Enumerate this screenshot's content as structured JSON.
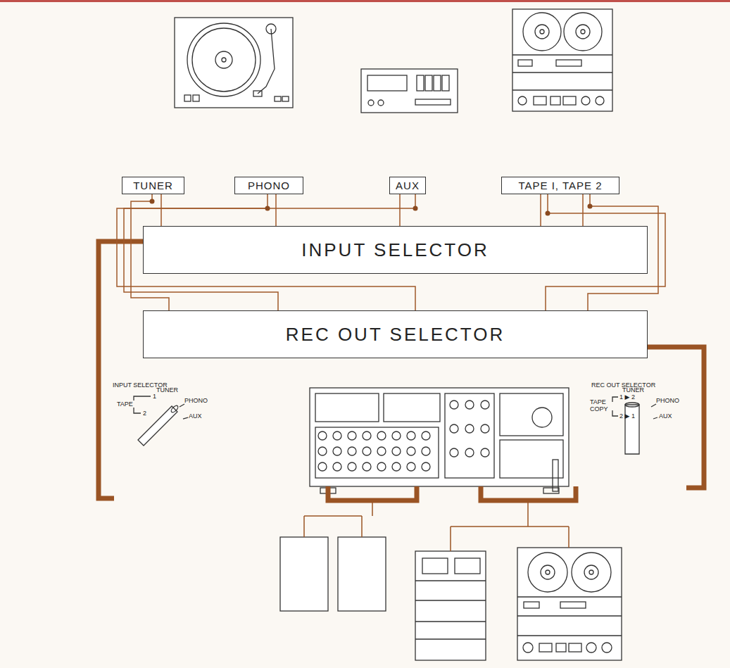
{
  "diagram": {
    "nodes": [
      {
        "text": [
          "TUNER"
        ]
      },
      {
        "text": [
          "PHONO"
        ]
      },
      {
        "text": [
          "AUX"
        ]
      },
      {
        "text": [
          "TAPE I, TAPE 2"
        ]
      },
      {
        "text": [
          "INPUT SELECTOR"
        ]
      },
      {
        "text": [
          "REC OUT SELECTOR"
        ]
      }
    ],
    "edges": [
      {
        "from": 0,
        "to": 4,
        "arrow": "none"
      },
      {
        "from": 0,
        "to": 5,
        "arrow": "none"
      },
      {
        "from": 1,
        "to": 4,
        "arrow": "none"
      },
      {
        "from": 1,
        "to": 5,
        "arrow": "none"
      },
      {
        "from": 2,
        "to": 4,
        "arrow": "none"
      },
      {
        "from": 2,
        "to": 5,
        "arrow": "none"
      },
      {
        "from": 3,
        "to": 4,
        "arrow": "none"
      },
      {
        "from": 3,
        "to": 5,
        "arrow": "none"
      },
      {
        "from": 3,
        "to": 4,
        "arrow": "none"
      },
      {
        "from": 3,
        "to": 5,
        "arrow": "none"
      }
    ],
    "labels": [
      "INPUT SELECTOR",
      "TUNER",
      "1",
      "TAPE",
      "2",
      "PHONO",
      "AUX",
      "REC OUT SELECTOR",
      "TUNER",
      "1 ▶ 2",
      "TAPE COPY",
      "2 ▶ 1",
      "PHONO",
      "AUX"
    ]
  }
}
